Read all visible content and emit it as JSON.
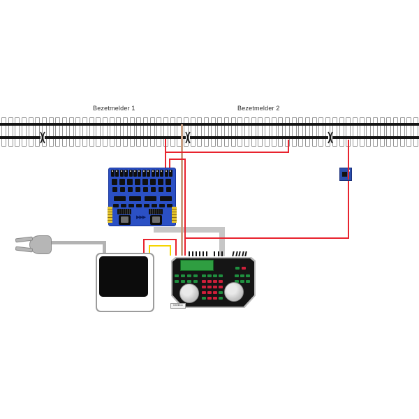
{
  "labels": {
    "section1": "Bezetmelder 1",
    "section2": "Bezetmelder 2"
  },
  "track": {
    "sleeper_count": 62,
    "insulated_gap_positions": [
      61,
      269,
      473
    ]
  },
  "board": {
    "name": "occupancy-detector-board",
    "terminal_count": 14,
    "channels": 8,
    "logo_arrows": "▶▶▶"
  },
  "minimodule": {
    "name": "feedback-sensor-module"
  },
  "intellibox": {
    "brand_label": "Intellibox",
    "top_right_buttons": [
      "green",
      "red"
    ],
    "left_buttons": [
      [
        "green",
        "green",
        "green",
        "green"
      ],
      [
        "green",
        "green",
        "green",
        "green"
      ]
    ],
    "center_buttons": [
      [
        "green",
        "green",
        "green",
        "green"
      ],
      [
        "red",
        "red",
        "red",
        "red"
      ],
      [
        "red",
        "red",
        "red",
        "red"
      ],
      [
        "red",
        "red",
        "red",
        "green"
      ],
      [
        "green",
        "red",
        "red",
        "green"
      ]
    ],
    "right_buttons": [
      [
        "green",
        "green",
        "green"
      ],
      [
        "green",
        "green",
        "green"
      ]
    ]
  },
  "colors": {
    "wire_red": "#e8232e",
    "wire_brown": "#c9a084",
    "wire_yellow": "#f5d400",
    "cable_gray": "#b3b3b3",
    "cable_gray2": "#c6c6c6",
    "pcb_blue": "#2b50c5",
    "module_blue": "#2b4fae",
    "conn_yellow": "#e5c52e",
    "lcd_green": "#2f9e41",
    "btn_green": "#1f8f3f",
    "btn_red": "#cf1f3a",
    "rail_black": "#141414"
  }
}
